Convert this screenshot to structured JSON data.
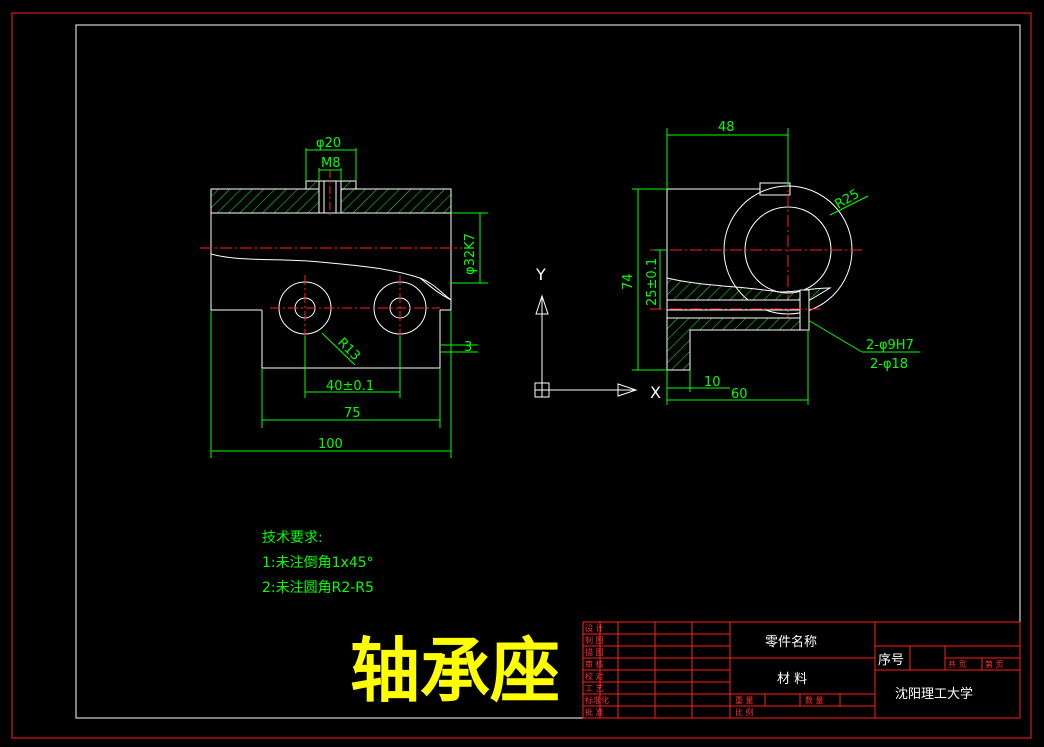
{
  "title_big": "轴承座",
  "colors": {
    "outline": "#ffffff",
    "dimension": "#00ff00",
    "center": "#ff2020",
    "hatch": "#00ff00",
    "frame": "#ff2020",
    "title": "#ffff00"
  },
  "left_view": {
    "dim_phi20": "φ20",
    "dim_m8": "M8",
    "dim_phi32k7": "φ32K7",
    "dim_r13": "R13",
    "dim_3": "3",
    "dim_40": "40±0.1",
    "dim_75": "75",
    "dim_100": "100"
  },
  "right_view": {
    "dim_48": "48",
    "dim_r25": "R25",
    "dim_74": "74",
    "dim_25": "25±0.1",
    "dim_2phi9": "2-φ9H7",
    "dim_2phi18": "2-φ18",
    "dim_10": "10",
    "dim_60": "60"
  },
  "axes": {
    "y": "Y",
    "x": "X"
  },
  "notes": {
    "heading": "技术要求:",
    "line1": "1:未注倒角1x45°",
    "line2": "2:未注圆角R2-R5"
  },
  "title_block": {
    "rows": [
      "设 计",
      "制 图",
      "描 图",
      "审 核",
      "校 对",
      "工 艺",
      "标准化",
      "批 准"
    ],
    "part_name": "零件名称",
    "material": "材  料",
    "serial": "序号",
    "pages": [
      "共  页",
      "第  页"
    ],
    "weight": "重 量",
    "quantity": "数 量",
    "scale": "比 例",
    "school": "沈阳理工大学"
  }
}
